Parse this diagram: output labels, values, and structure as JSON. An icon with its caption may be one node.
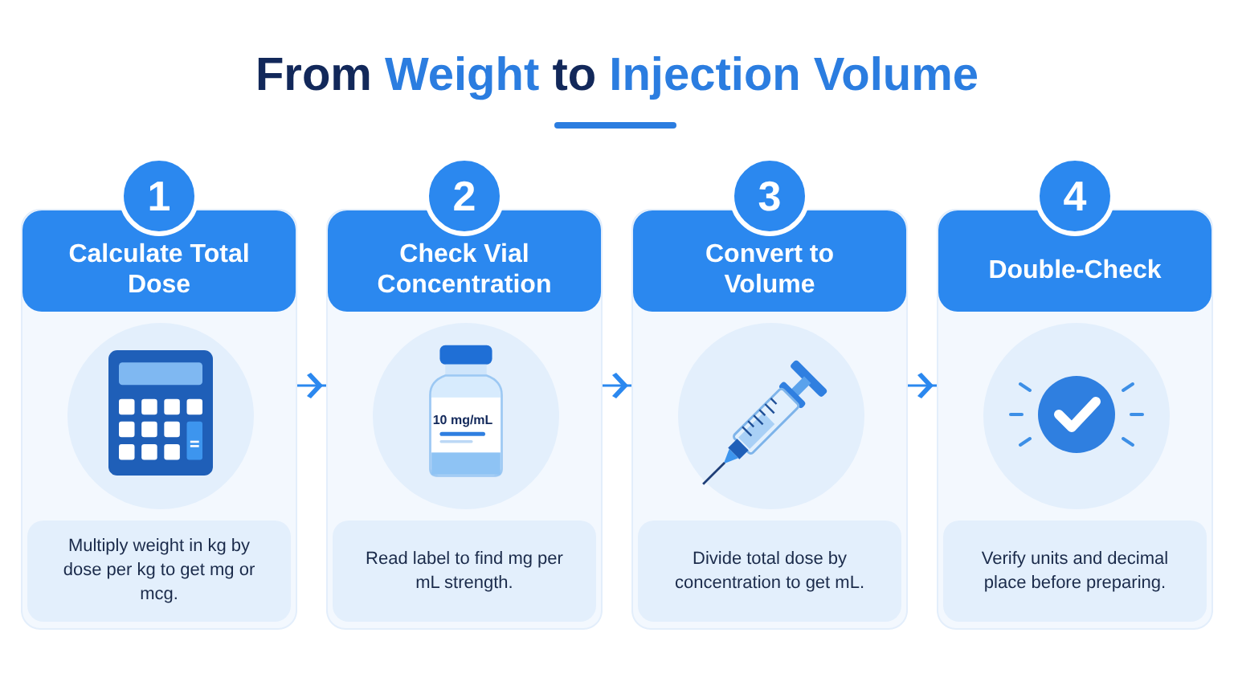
{
  "diagram": {
    "title": "From **Weight** to **Injection Volume**",
    "nodes": [
      {
        "text": [
          "Calculate Total Dose",
          "Multiply weight in kg by dose per kg to get mg or mcg."
        ]
      },
      {
        "text": [
          "1"
        ]
      },
      {
        "text": [
          "Check Vial Concentration",
          "Read label to find mg per mL strength."
        ]
      },
      {
        "text": [
          "2"
        ]
      },
      {
        "text": [
          "Convert to Volume",
          "Divide total dose by concentration to get mL."
        ]
      },
      {
        "text": [
          "3"
        ]
      },
      {
        "text": [
          "Double-Check",
          "Verify units and decimal place before preparing."
        ]
      },
      {
        "text": [
          "4"
        ]
      }
    ],
    "edges": [
      {
        "from": 0,
        "to": 2,
        "arrow": "to"
      },
      {
        "from": 2,
        "to": 4,
        "arrow": "to"
      },
      {
        "from": 4,
        "to": 6,
        "arrow": "to"
      }
    ],
    "labels": [
      "10 mg/mL"
    ]
  }
}
